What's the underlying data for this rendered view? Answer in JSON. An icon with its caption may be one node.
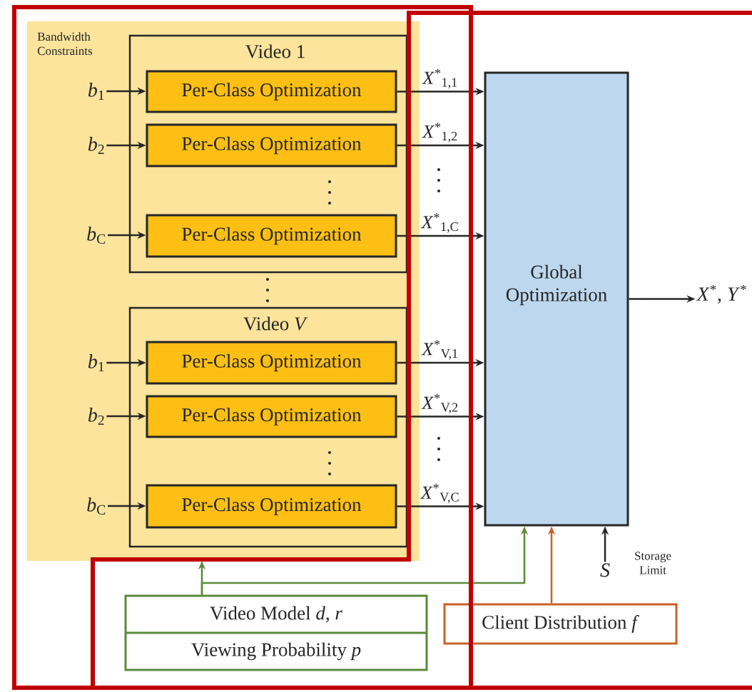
{
  "diagram": {
    "nodes": [
      {
        "text": [
          "Bandwidth Constraints"
        ]
      },
      {
        "text": [
          "Video 1"
        ],
        "in": 0
      },
      {
        "text": [
          "Per-Class Optimization"
        ],
        "in": 1
      },
      {
        "text": [
          "Per-Class Optimization"
        ],
        "in": 1
      },
      {
        "text": [
          "Per-Class Optimization"
        ],
        "in": 1
      },
      {
        "text": [
          "Video *V*"
        ],
        "in": 0
      },
      {
        "text": [
          "Per-Class Optimization"
        ],
        "in": 5
      },
      {
        "text": [
          "Per-Class Optimization"
        ],
        "in": 5
      },
      {
        "text": [
          "Per-Class Optimization"
        ],
        "in": 5
      },
      {
        "text": [
          "Global Optimization"
        ]
      },
      {
        "text": [
          "Video Model *d*, *r*",
          "Viewing Probability *p*"
        ]
      },
      {
        "text": [
          "Client Distribution *f*"
        ]
      },
      {
        "text": [
          "*b*$_{1}$"
        ],
        "in": 0
      },
      {
        "text": [
          "*b*$_{2}$"
        ],
        "in": 0
      },
      {
        "text": [
          "*b*$_{C}$"
        ],
        "in": 0
      },
      {
        "text": [
          "*b*$_{1}$"
        ],
        "in": 0
      },
      {
        "text": [
          "*b*$_{2}$"
        ],
        "in": 0
      },
      {
        "text": [
          "*b*$_{C}$"
        ],
        "in": 0
      },
      {
        "text": [
          "*X*$^{*}$, *Y*$^{*}$"
        ]
      },
      {
        "text": [
          "*S*"
        ],
        "beside": [
          "Storage Limit"
        ]
      }
    ],
    "edges": [
      {
        "from": 12,
        "to": 2,
        "arrow": "to"
      },
      {
        "from": 13,
        "to": 3,
        "arrow": "to"
      },
      {
        "from": 14,
        "to": 4,
        "arrow": "to"
      },
      {
        "from": 15,
        "to": 6,
        "arrow": "to"
      },
      {
        "from": 16,
        "to": 7,
        "arrow": "to"
      },
      {
        "from": 17,
        "to": 8,
        "arrow": "to"
      },
      {
        "from": 2,
        "to": 9,
        "arrow": "to",
        "label": "*X*$^{*}$$_{1,1}$"
      },
      {
        "from": 3,
        "to": 9,
        "arrow": "to",
        "label": "*X*$^{*}$$_{1,2}$"
      },
      {
        "from": 4,
        "to": 9,
        "arrow": "to",
        "label": "*X*$^{*}$$_{1,C}$"
      },
      {
        "from": 6,
        "to": 9,
        "arrow": "to",
        "label": "*X*$^{*}$$_{V,1}$"
      },
      {
        "from": 7,
        "to": 9,
        "arrow": "to",
        "label": "*X*$^{*}$$_{V,2}$"
      },
      {
        "from": 8,
        "to": 9,
        "arrow": "to",
        "label": "*X*$^{*}$$_{V,C}$"
      },
      {
        "from": 9,
        "to": 18,
        "arrow": "to"
      },
      {
        "from": 19,
        "to": 9,
        "arrow": "to"
      },
      {
        "from": 10,
        "to": 0,
        "arrow": "to",
        "color": "#5a8a3a"
      },
      {
        "from": 10,
        "to": 9,
        "arrow": "to",
        "color": "#5a8a3a"
      },
      {
        "from": 11,
        "to": 9,
        "arrow": "to",
        "color": "#c8602a"
      }
    ]
  }
}
